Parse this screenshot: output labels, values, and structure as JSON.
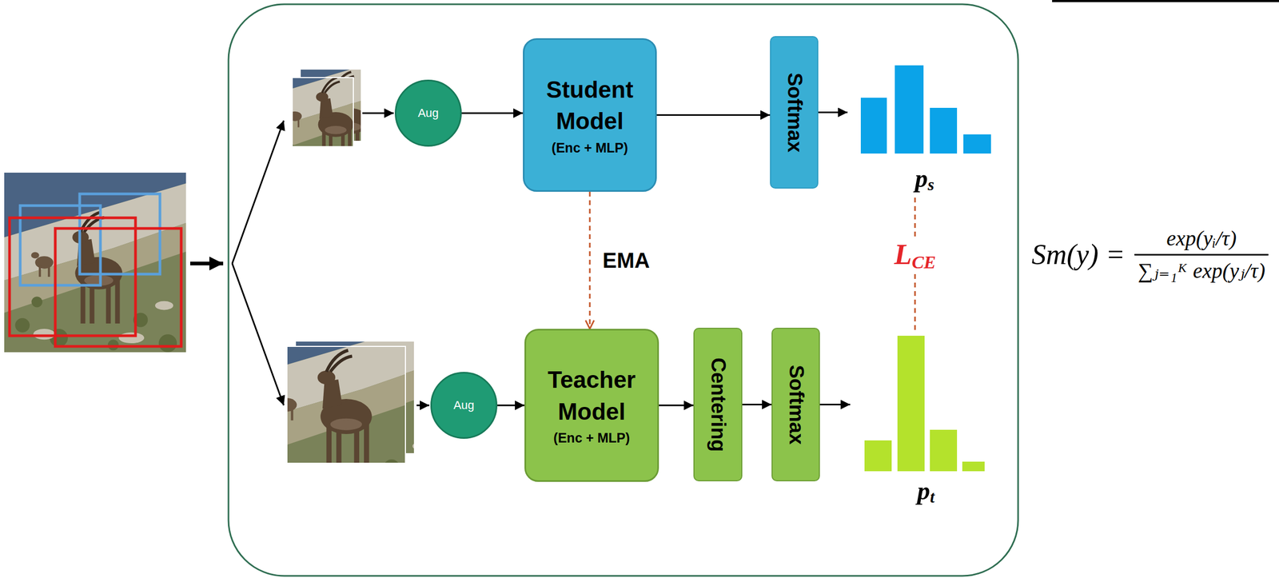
{
  "diagram": {
    "nodes": [
      {
        "text": [
          "Aug"
        ]
      },
      {
        "text": [
          "Student Model",
          "(Enc + MLP)"
        ]
      },
      {
        "text": [
          "Softmax"
        ]
      },
      {
        "text": [
          "ps"
        ]
      },
      {
        "text": [
          "Aug"
        ]
      },
      {
        "text": [
          "Teacher Model",
          "(Enc + MLP)"
        ]
      },
      {
        "text": [
          "Centering"
        ]
      },
      {
        "text": [
          "Softmax"
        ]
      },
      {
        "text": [
          "pt"
        ]
      }
    ],
    "edges": [
      {
        "from": 0,
        "to": 1,
        "arrow": "to"
      },
      {
        "from": 1,
        "to": 2,
        "arrow": "to"
      },
      {
        "from": 2,
        "to": 3,
        "arrow": "to"
      },
      {
        "from": 1,
        "to": 5,
        "arrow": "to",
        "label": "EMA"
      },
      {
        "from": 4,
        "to": 5,
        "arrow": "to"
      },
      {
        "from": 5,
        "to": 6,
        "arrow": "to"
      },
      {
        "from": 6,
        "to": 7,
        "arrow": "to"
      },
      {
        "from": 7,
        "to": 8,
        "arrow": "to"
      },
      {
        "from": 3,
        "to": 8,
        "arrow": "none",
        "label": "LCE"
      }
    ],
    "labels": [
      "Sm(y) =",
      "exp(yᵢ/τ)",
      "∑ⱼ₌₁ᴷ exp(yⱼ/τ)"
    ]
  }
}
